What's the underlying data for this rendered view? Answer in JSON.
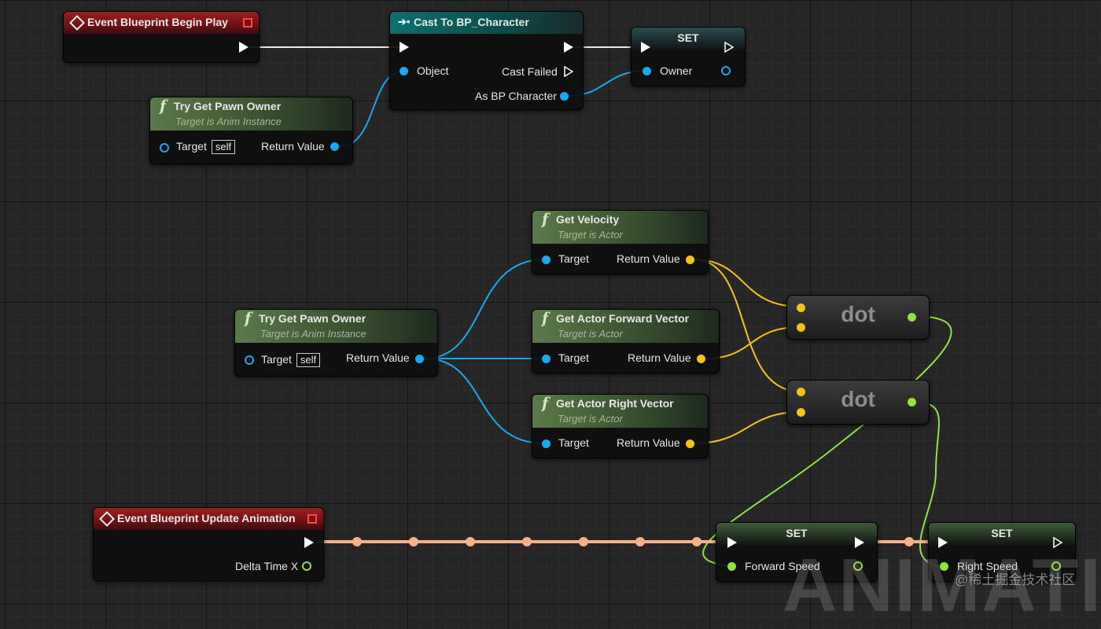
{
  "nodes": {
    "begin_play": {
      "title": "Event Blueprint Begin Play"
    },
    "cast": {
      "title": "Cast To BP_Character",
      "object": "Object",
      "cast_failed": "Cast Failed",
      "as_bp": "As BP Character"
    },
    "set_owner": {
      "title": "SET",
      "var": "Owner"
    },
    "pawn_owner_top": {
      "title": "Try Get Pawn Owner",
      "subtitle": "Target is Anim Instance",
      "target": "Target",
      "self": "self",
      "ret": "Return Value"
    },
    "pawn_owner_mid": {
      "title": "Try Get Pawn Owner",
      "subtitle": "Target is Anim Instance",
      "target": "Target",
      "self": "self",
      "ret": "Return Value"
    },
    "get_velocity": {
      "title": "Get Velocity",
      "subtitle": "Target is Actor",
      "target": "Target",
      "ret": "Return Value"
    },
    "get_forward": {
      "title": "Get Actor Forward Vector",
      "subtitle": "Target is Actor",
      "target": "Target",
      "ret": "Return Value"
    },
    "get_right": {
      "title": "Get Actor Right Vector",
      "subtitle": "Target is Actor",
      "target": "Target",
      "ret": "Return Value"
    },
    "dot1": {
      "label": "dot"
    },
    "dot2": {
      "label": "dot"
    },
    "update_anim": {
      "title": "Event Blueprint Update Animation",
      "delta": "Delta Time X"
    },
    "set_forward": {
      "title": "SET",
      "var": "Forward Speed"
    },
    "set_right": {
      "title": "SET",
      "var": "Right Speed"
    }
  },
  "overlay": {
    "watermark": "ANIMATIO",
    "credit": "@稀土掘金技术社区"
  },
  "colors": {
    "exec": "#ffffff",
    "object": "#1aa8f2",
    "vector": "#f5c21a",
    "float": "#8fe342",
    "event_header": "#8b1a1a",
    "cast_header": "#0f6f6b"
  }
}
